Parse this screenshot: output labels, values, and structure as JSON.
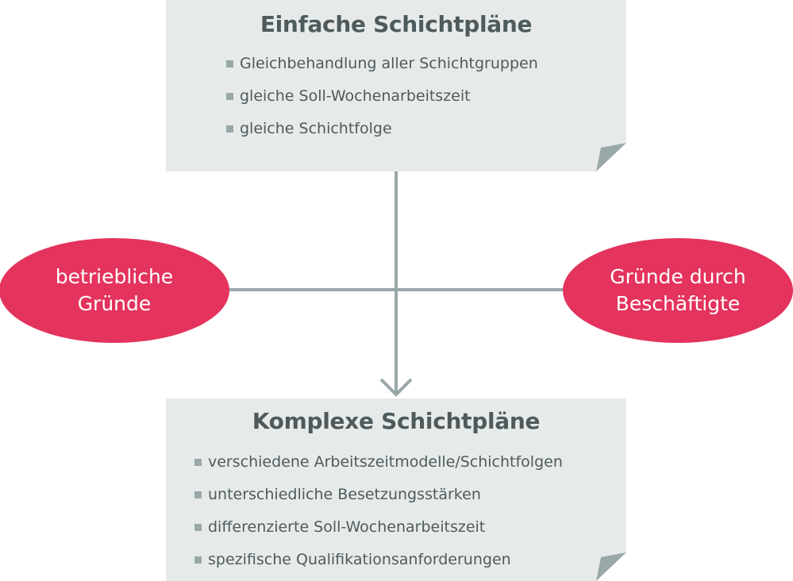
{
  "simple_plans": {
    "title": "Einfache Schichtpläne",
    "items": [
      "Gleichbehandlung aller Schichtgruppen",
      "gleiche Soll-Wochenarbeitszeit",
      "gleiche Schichtfolge"
    ]
  },
  "complex_plans": {
    "title": "Komplexe Schichtpläne",
    "items": [
      "verschiedene Arbeitszeitmodelle/Schichtfolgen",
      "unterschiedliche Besetzungsstärken",
      "differenzierte Soll-Wochenarbeitszeit",
      "spezifische Qualifikationsanforderungen"
    ]
  },
  "left_reason": {
    "line1": "betriebliche",
    "line2": "Gründe"
  },
  "right_reason": {
    "line1": "Gründe durch",
    "line2": "Beschäftigte"
  },
  "colors": {
    "card_bg": "#e6ebea",
    "connector": "#9aa7a8",
    "ellipse": "#e4335d",
    "text": "#4e5a5c"
  }
}
